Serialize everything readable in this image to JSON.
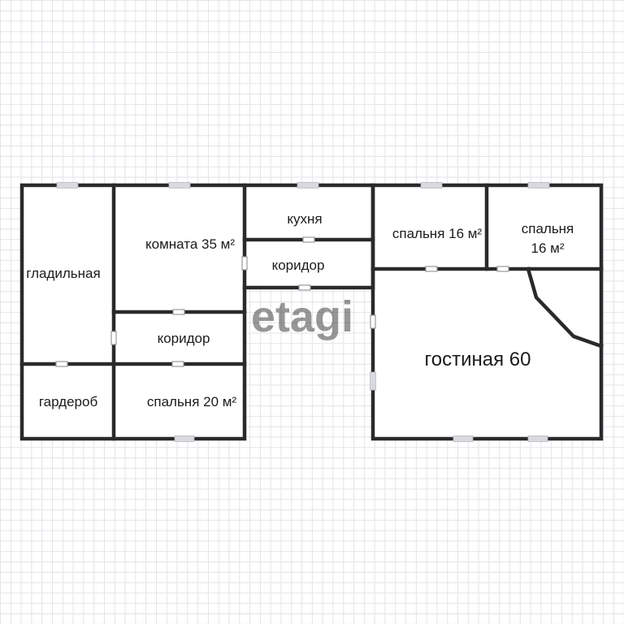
{
  "colors": {
    "wall": "#2a2a2c",
    "room_fill": "#ffffff",
    "grid": "#e3e3ea",
    "window": "#d9dadf",
    "door": "#9a9a9e"
  },
  "rooms": {
    "ironing": {
      "label": "гладильная"
    },
    "room_35": {
      "label": "комната 35 м²"
    },
    "kitchen": {
      "label": "кухня"
    },
    "corridor_top": {
      "label": "коридор"
    },
    "bedroom_16a": {
      "label": "спальня 16 м²"
    },
    "bedroom_16b": {
      "label_line1": "спальня",
      "label_line2": "16 м²"
    },
    "corridor_mid": {
      "label": "коридор"
    },
    "living": {
      "label": "гостиная 60"
    },
    "wardrobe": {
      "label": "гардероб"
    },
    "bedroom_20": {
      "label": "спальня 20 м²"
    }
  },
  "watermark": {
    "text": "etagi"
  }
}
